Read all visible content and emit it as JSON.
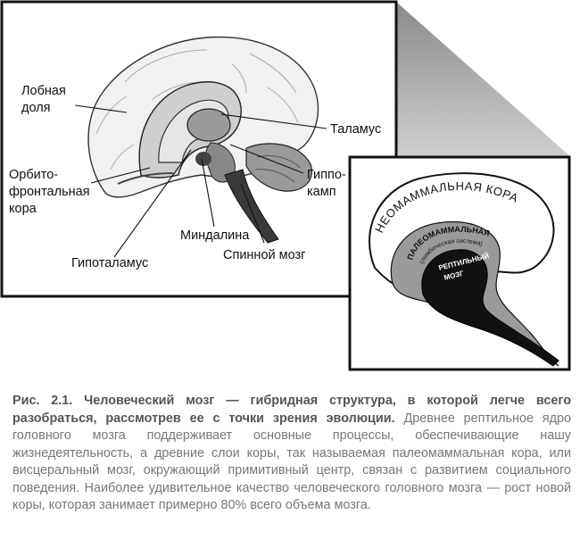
{
  "left_panel": {
    "labels": {
      "frontal_lobe_1": "Лобная",
      "frontal_lobe_2": "доля",
      "orbito_1": "Орбито-",
      "orbito_2": "фронтальная",
      "orbito_3": "кора",
      "thalamus": "Таламус",
      "hippocampus_1": "Гиппо-",
      "hippocampus_2": "камп",
      "amygdala": "Миндалина",
      "hypothalamus": "Гипоталамус",
      "spinal_cord": "Спинной мозг"
    }
  },
  "right_panel": {
    "neo": "НЕОМАММАЛЬНАЯ КОРА",
    "paleo": "ПАЛЕОМАММАЛЬНАЯ КОРА",
    "limbic": "(лимбическая система)",
    "reptile_1": "РЕПТИЛЬНЫЙ",
    "reptile_2": "МОЗГ"
  },
  "caption": {
    "bold": "Рис. 2.1. Человеческий мозг — гибридная структура, в которой легче всего разобраться, рассмотрев ее с точки зрения эволюции.",
    "text": "Древнее рептильное ядро головного мозга поддерживает основные процессы, обеспечивающие нашу жизнедеятельность, а древние слои коры, так называемая палеомаммальная кора, или висцеральный мозг, окружающий примитивный центр, связан с развитием социального поведения. Наиболее удивительное качество человеческого головного мозга — рост новой коры, которая занимает примерно 80% всего объема мозга."
  }
}
